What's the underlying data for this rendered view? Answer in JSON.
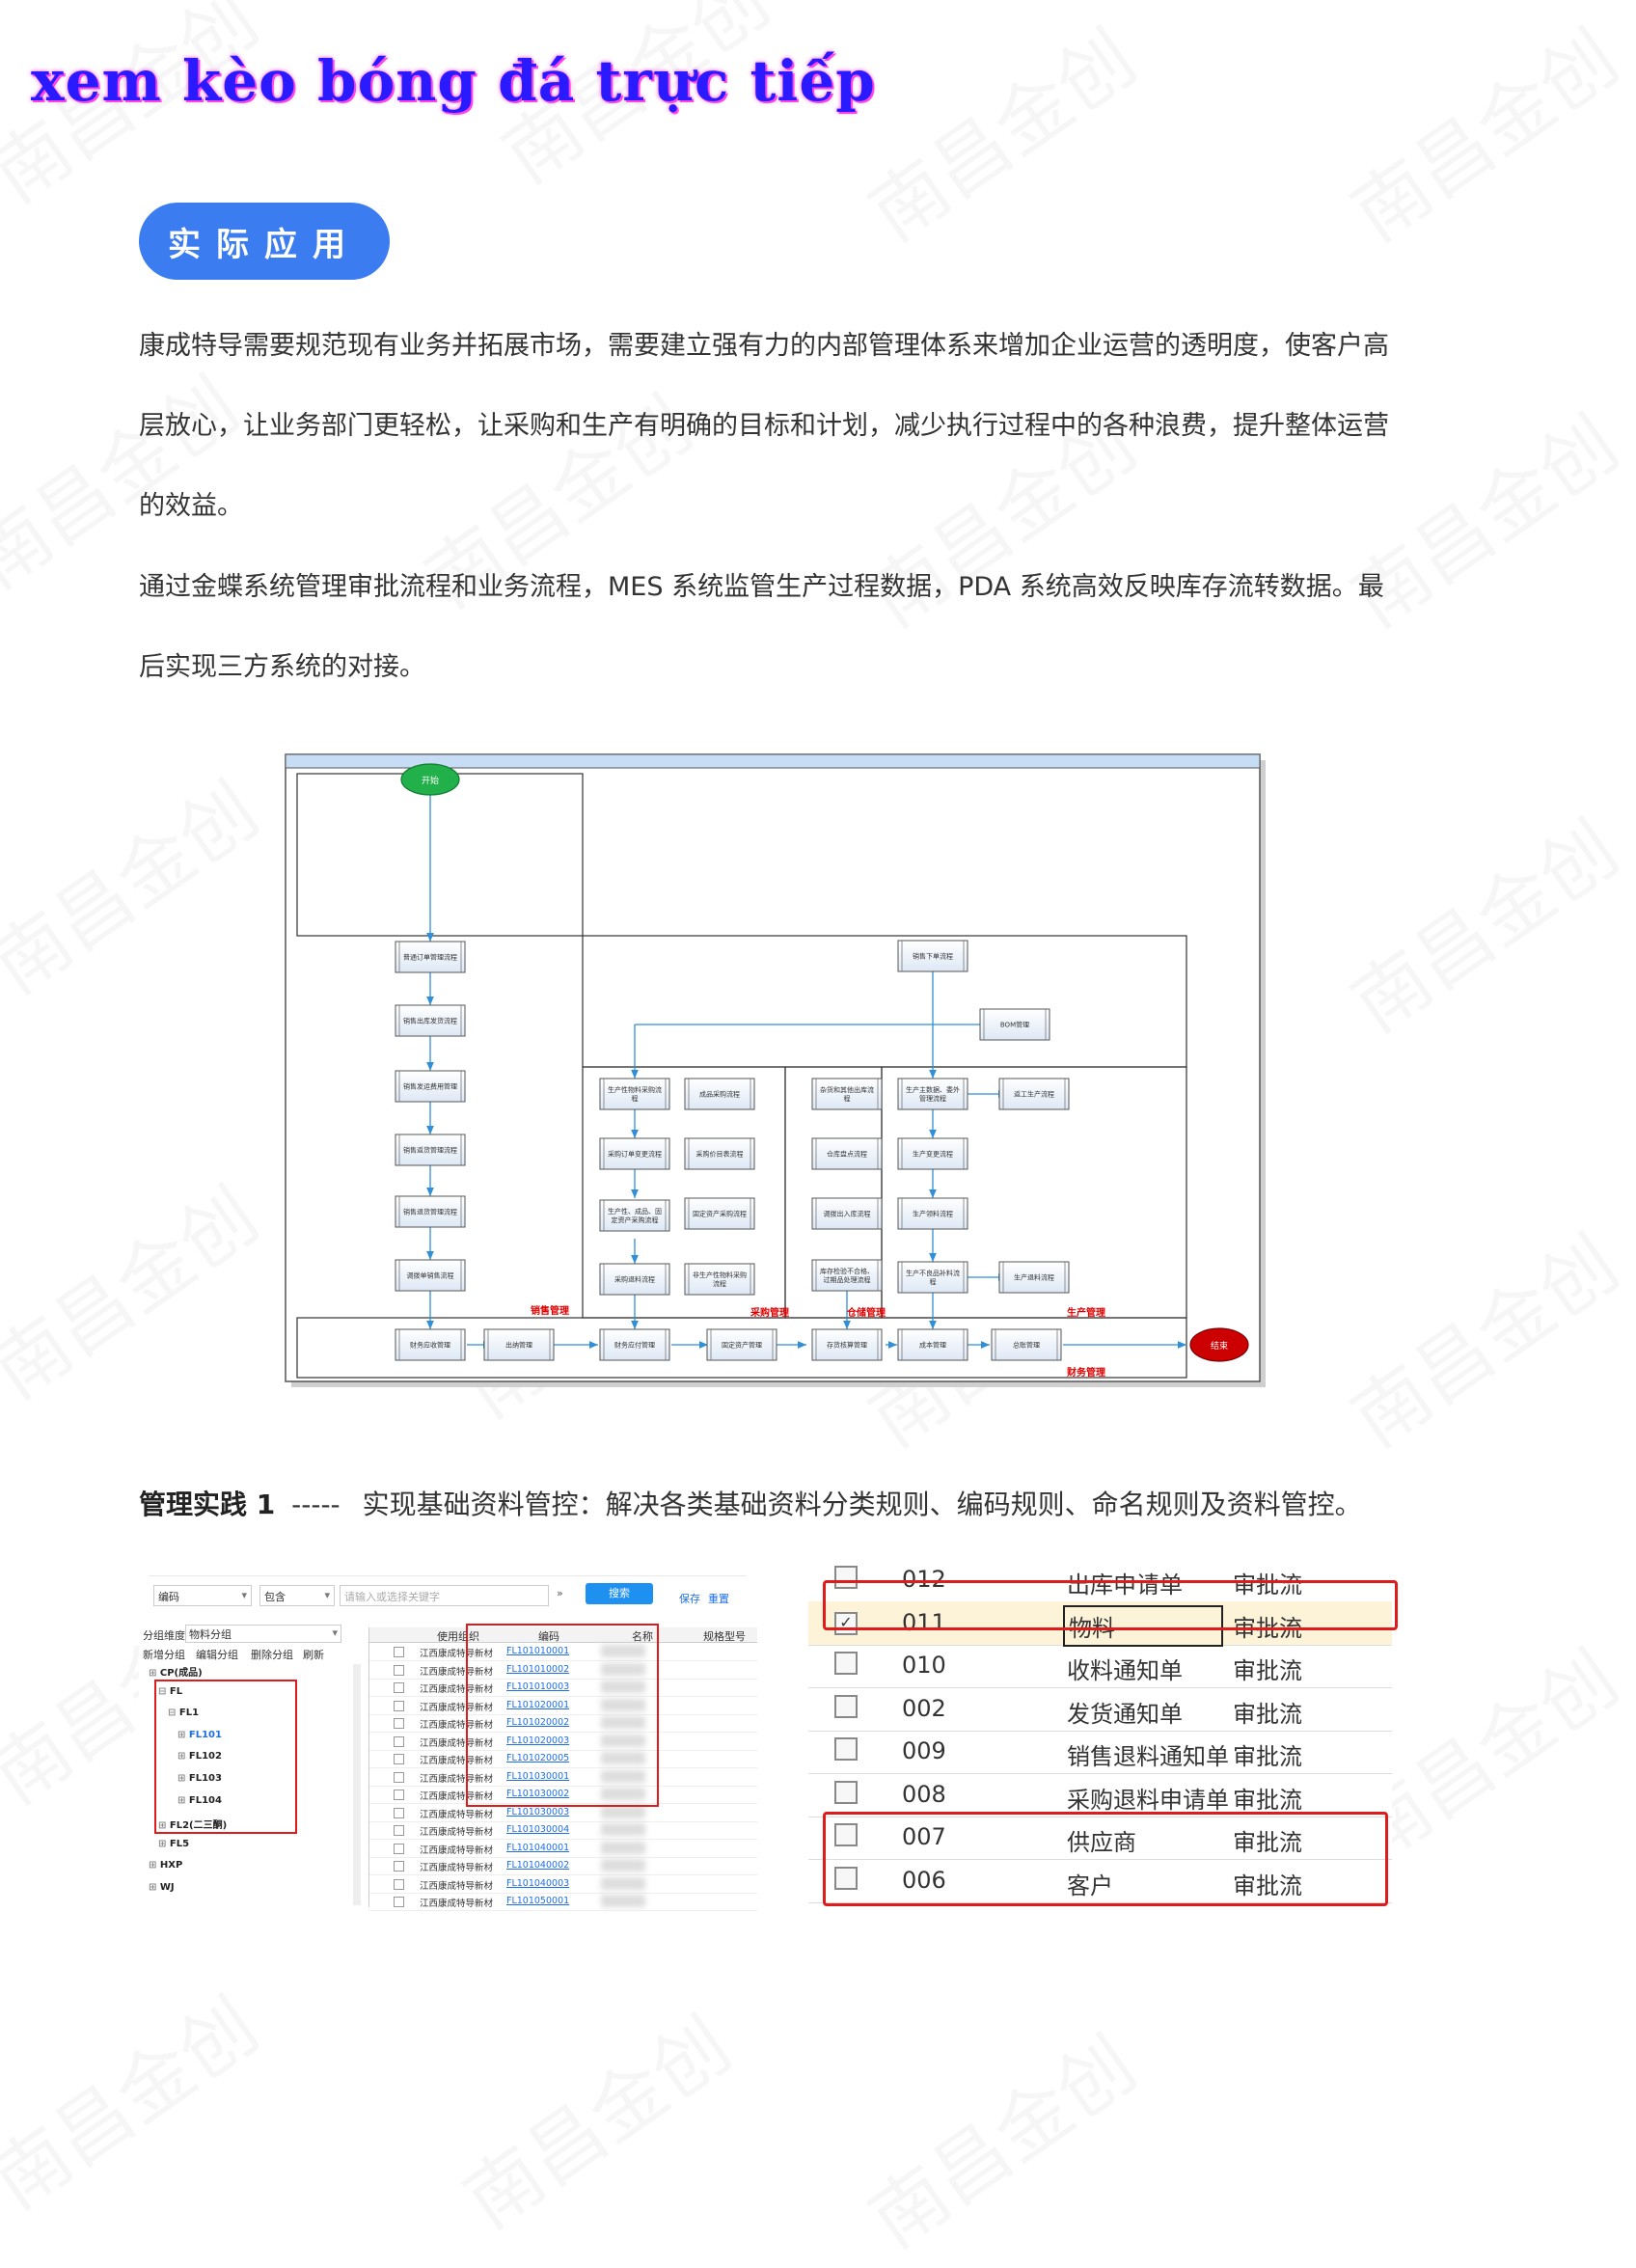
{
  "brand_title": "xem kèo bóng đá trực tiếp",
  "watermark": "南昌金创",
  "section_badge": "实际应用",
  "paragraphs": [
    "康成特导需要规范现有业务并拓展市场，需要建立强有力的内部管理体系来增加企业运营的透明度，使客户高层放心，让业务部门更轻松，让采购和生产有明确的目标和计划，减少执行过程中的各种浪费，提升整体运营的效益。",
    "通过金蝶系统管理审批流程和业务流程，MES 系统监管生产过程数据，PDA 系统高效反映库存流转数据。最后实现三方系统的对接。"
  ],
  "flowchart": {
    "start": "开始",
    "end": "结束",
    "lane_labels": [
      "销售管理",
      "采购管理",
      "仓储管理",
      "生产管理",
      "财务管理"
    ],
    "sales_column": [
      "普通订单管理流程",
      "销售出库发货流程",
      "销售发运费用管理",
      "销售返货管理流程",
      "销售退货管理流程",
      "调拨单销售流程"
    ],
    "top_nodes": [
      "销售下单流程",
      "BOM管理"
    ],
    "purchase_left": [
      "生产性物料采购流程",
      "采购订单变更流程",
      "生产性、成品、固定资产采购流程",
      "采购退料流程"
    ],
    "purchase_right": [
      "成品采购流程",
      "采购价目表流程",
      "固定资产采购流程",
      "非生产性物料采购流程"
    ],
    "warehouse": [
      "杂货和其他出库流程",
      "仓库盘点流程",
      "调拨出入库流程",
      "库存检验不合格、过期品处理流程"
    ],
    "production": [
      "生产主数据、委外管理流程",
      "生产变更流程",
      "生产领料流程",
      "生产不良品补料流程"
    ],
    "production_right": [
      "返工生产流程",
      "生产退料流程"
    ],
    "finance_row": [
      "财务应收管理",
      "出纳管理",
      "财务应付管理",
      "固定资产管理",
      "存货核算管理",
      "成本管理",
      "总账管理"
    ]
  },
  "practice": {
    "label": "管理实践 1",
    "dashes": "-----",
    "text": "实现基础资料管控：解决各类基础资料分类规则、编码规则、命名规则及资料管控。"
  },
  "screenshot_left": {
    "filter_field": "编码",
    "filter_op": "包含",
    "search_placeholder": "请输入或选择关键字",
    "search_button": "搜索",
    "save_link": "保存",
    "reset_link": "重置",
    "group_label": "分组维度",
    "group_value": "物料分组",
    "tree_actions": [
      "新增分组",
      "编辑分组",
      "删除分组",
      "刷新"
    ],
    "tree_items": [
      "CP(成品)",
      "FL",
      "FL1",
      "FL101",
      "FL102",
      "FL103",
      "FL104",
      "FL2(二三酮)",
      "FL5",
      "HXP",
      "WJ"
    ],
    "columns": [
      "使用组织",
      "编码",
      "名称",
      "规格型号"
    ],
    "org": "江西康成特导新材",
    "codes": [
      "FL101010001",
      "FL101010002",
      "FL101010003",
      "FL101020001",
      "FL101020002",
      "FL101020003",
      "FL101020005",
      "FL101030001",
      "FL101030002",
      "FL101030003",
      "FL101030004",
      "FL101040001",
      "FL101040002",
      "FL101040003",
      "FL101050001"
    ]
  },
  "screenshot_right": {
    "rows": [
      {
        "code": "012",
        "name": "出库申请单",
        "type": "审批流",
        "checked": false
      },
      {
        "code": "011",
        "name": "物料",
        "type": "审批流",
        "checked": true
      },
      {
        "code": "010",
        "name": "收料通知单",
        "type": "审批流",
        "checked": false
      },
      {
        "code": "002",
        "name": "发货通知单",
        "type": "审批流",
        "checked": false
      },
      {
        "code": "009",
        "name": "销售退料通知单",
        "type": "审批流",
        "checked": false
      },
      {
        "code": "008",
        "name": "采购退料申请单",
        "type": "审批流",
        "checked": false
      },
      {
        "code": "007",
        "name": "供应商",
        "type": "审批流",
        "checked": false
      },
      {
        "code": "006",
        "name": "客户",
        "type": "审批流",
        "checked": false
      }
    ]
  }
}
